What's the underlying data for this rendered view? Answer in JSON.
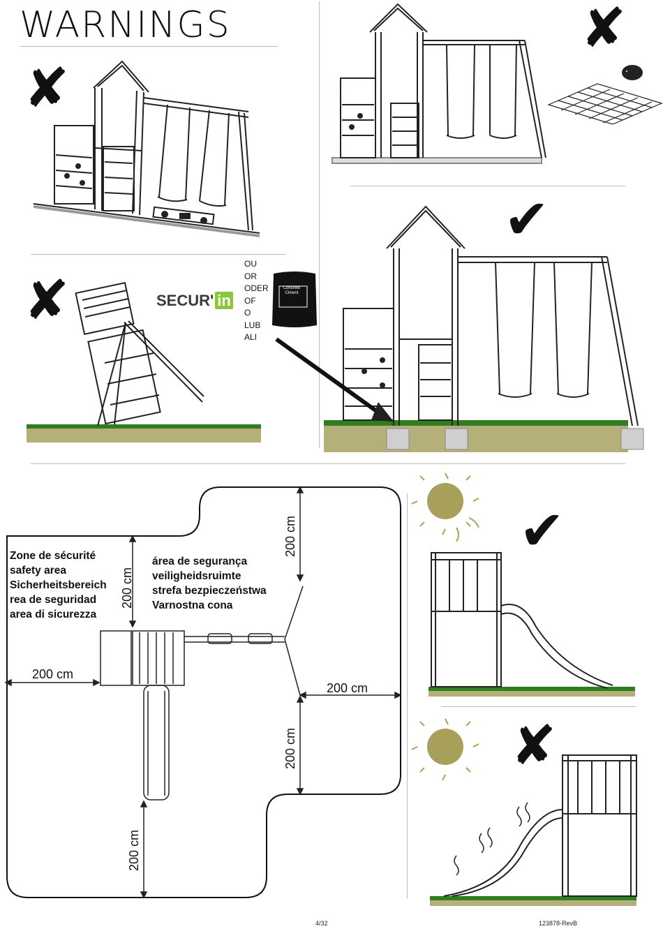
{
  "page": {
    "title": "WARNINGS",
    "page_number": "4/32",
    "doc_ref": "123878-RevB"
  },
  "anchoring": {
    "languages": [
      "OU",
      "OR",
      "ODER",
      "OF",
      "O",
      "LUB",
      "ALI"
    ],
    "brand_text": "SECUR'",
    "brand_suffix": "in",
    "bag_label_1": "Concrete",
    "bag_label_2": "Ciment"
  },
  "safety_zone": {
    "labels_left": [
      "Zone de sécurité",
      "safety area",
      "Sicherheitsbereich",
      "rea de seguridad",
      "area di sicurezza"
    ],
    "labels_right": [
      "área de segurança",
      "veiligheidsruimte",
      "strefa bezpieczeństwa",
      "Varnostna cona"
    ],
    "dim_top_left": "200 cm",
    "dim_left": "200 cm",
    "dim_top_right": "200 cm",
    "dim_right": "200 cm",
    "dim_bottom_right": "200 cm",
    "dim_bottom": "200 cm"
  },
  "colors": {
    "grass": "#2e7d1f",
    "soil": "#b5b07a",
    "sun": "#a89f5a",
    "footing": "#cfcfcf"
  },
  "icons": [
    "cross-mark",
    "check-mark",
    "sun-icon",
    "spirit-level-icon",
    "concrete-bag-icon"
  ]
}
